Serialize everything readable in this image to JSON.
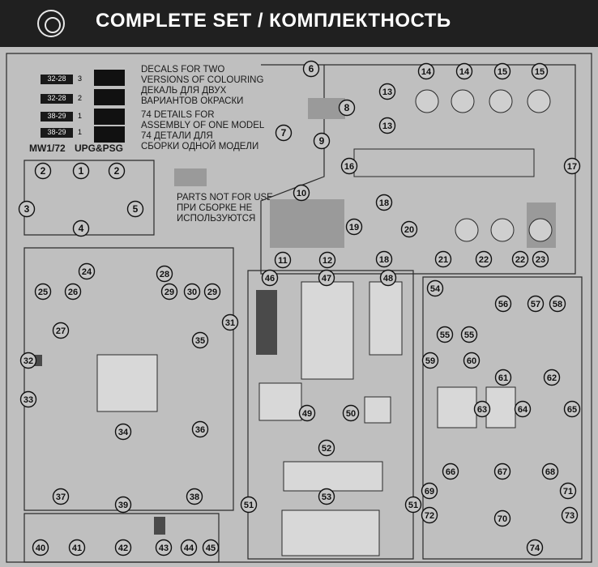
{
  "header": {
    "title": "COMPLETE SET / КОМПЛЕКТНОСТЬ",
    "logo": "logo-emblem-icon"
  },
  "notes": {
    "decals": [
      "DECALS FOR TWO",
      "VERSIONS OF COLOURING",
      "ДЕКАЛЬ ДЛЯ ДВУХ",
      "ВАРИАНТОВ ОКРАСКИ"
    ],
    "details": [
      "74 DETAILS FOR",
      "ASSEMBLY OF ONE MODEL",
      "74 ДЕТАЛИ ДЛЯ",
      "СБОРКИ ОДНОЙ МОДЕЛИ"
    ],
    "not_for_use": [
      "PARTS NOT FOR USE",
      "ПРИ СБОРКЕ НЕ",
      "ИСПОЛЬЗУЮТСЯ"
    ]
  },
  "decal_sheet": {
    "plates": [
      "32-28",
      "32-28",
      "38-29",
      "38-29"
    ],
    "counts": [
      "3",
      "2",
      "1",
      "1"
    ],
    "label_left": "MW1/72",
    "label_right": "UPG&PSG"
  },
  "parts": [
    "1",
    "2",
    "2",
    "3",
    "4",
    "5",
    "6",
    "7",
    "8",
    "9",
    "10",
    "11",
    "12",
    "13",
    "13",
    "14",
    "14",
    "15",
    "15",
    "16",
    "17",
    "18",
    "18",
    "19",
    "20",
    "21",
    "22",
    "22",
    "23",
    "24",
    "25",
    "26",
    "27",
    "28",
    "29",
    "29",
    "30",
    "31",
    "32",
    "33",
    "34",
    "35",
    "36",
    "37",
    "38",
    "39",
    "40",
    "41",
    "42",
    "43",
    "44",
    "45",
    "46",
    "47",
    "48",
    "49",
    "50",
    "51",
    "51",
    "52",
    "53",
    "54",
    "55",
    "55",
    "56",
    "57",
    "58",
    "59",
    "60",
    "61",
    "62",
    "63",
    "64",
    "65",
    "66",
    "67",
    "68",
    "69",
    "70",
    "71",
    "72",
    "73",
    "74"
  ]
}
